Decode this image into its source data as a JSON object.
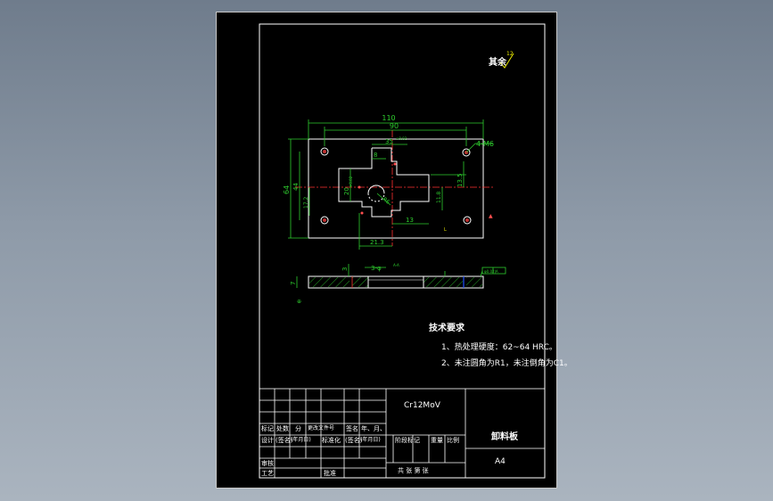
{
  "roughness_note": "其余",
  "roughness_value": "12",
  "dims": {
    "d110": "110",
    "d90": "90",
    "d35": "35",
    "d35_tol": "+0.02",
    "d8": "8",
    "d13_5": "13.5",
    "d64": "64",
    "d44": "44",
    "d17_2": "17.2",
    "d20": "20",
    "d20_tol": "+0.02",
    "d11_8": "11.8",
    "d13": "13",
    "d21_3": "21.3",
    "r6": "R6",
    "holes": "4-M6",
    "d3": "3",
    "d7": "7",
    "hole_3": "3-φ",
    "section_marker": "A-A",
    "frame_label": "φ0.02|A"
  },
  "tech": {
    "title": "技术要求",
    "item1": "1、热处理硬度：62~64 HRC。",
    "item2": "2、未注圆角为R1，未注倒角为C1。"
  },
  "title_block": {
    "material": "Cr12MoV",
    "part_name": "卸料板",
    "sheet_size": "A4",
    "r1": [
      "标记",
      "处数",
      "分",
      "更改文件号",
      "签名",
      "年、月、"
    ],
    "r2": [
      "设计",
      "(签名)",
      "(年月日)",
      "标准化",
      "(签名)",
      "(年月日)"
    ],
    "stage_label": "阶段标记",
    "weight_label": "重量",
    "scale_label": "比例",
    "audit_label": "审核",
    "process_label": "工艺",
    "approve_label": "批准",
    "sheets_label": "共  张  第  张"
  }
}
